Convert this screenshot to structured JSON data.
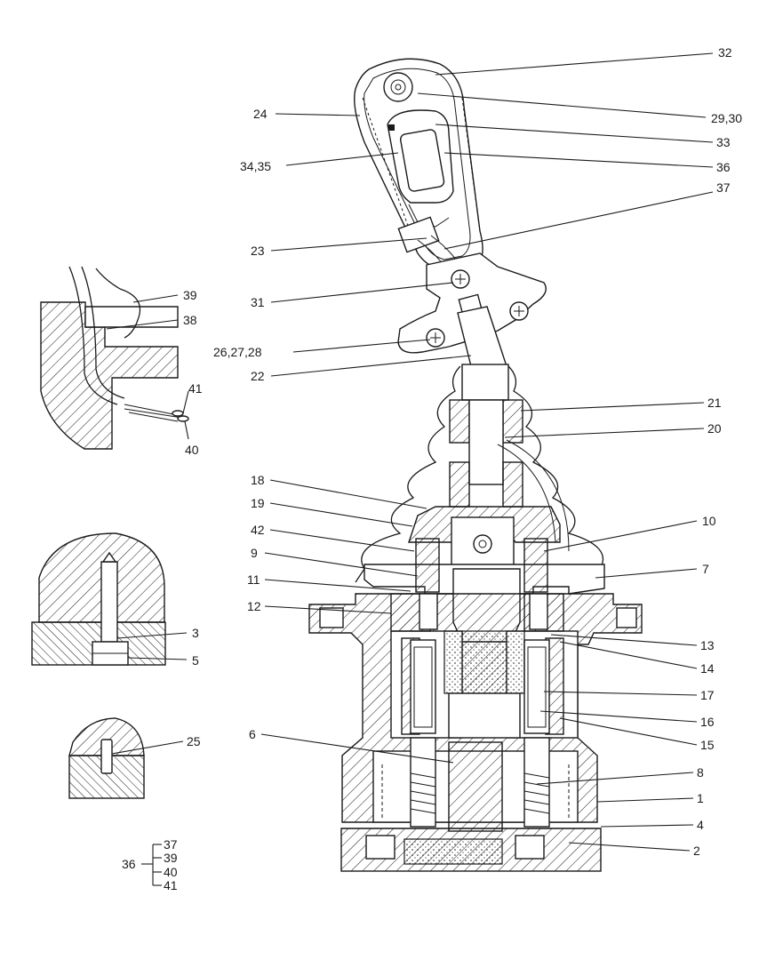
{
  "callouts": [
    {
      "id": "c32",
      "text": "32"
    },
    {
      "id": "c24",
      "text": "24"
    },
    {
      "id": "c2930",
      "text": "29,30"
    },
    {
      "id": "c33",
      "text": "33"
    },
    {
      "id": "c3435",
      "text": "34,35"
    },
    {
      "id": "c36",
      "text": "36"
    },
    {
      "id": "c37",
      "text": "37"
    },
    {
      "id": "c23",
      "text": "23"
    },
    {
      "id": "c31",
      "text": "31"
    },
    {
      "id": "c262728",
      "text": "26,27,28"
    },
    {
      "id": "c22",
      "text": "22"
    },
    {
      "id": "c21",
      "text": "21"
    },
    {
      "id": "c20",
      "text": "20"
    },
    {
      "id": "c18",
      "text": "18"
    },
    {
      "id": "c10",
      "text": "10"
    },
    {
      "id": "c19",
      "text": "19"
    },
    {
      "id": "c42",
      "text": "42"
    },
    {
      "id": "c9",
      "text": "9"
    },
    {
      "id": "c7",
      "text": "7"
    },
    {
      "id": "c11",
      "text": "11"
    },
    {
      "id": "c12",
      "text": "12"
    },
    {
      "id": "c13",
      "text": "13"
    },
    {
      "id": "c14",
      "text": "14"
    },
    {
      "id": "c17",
      "text": "17"
    },
    {
      "id": "c16",
      "text": "16"
    },
    {
      "id": "c15",
      "text": "15"
    },
    {
      "id": "c6",
      "text": "6"
    },
    {
      "id": "c8",
      "text": "8"
    },
    {
      "id": "c1",
      "text": "1"
    },
    {
      "id": "c4",
      "text": "4"
    },
    {
      "id": "c2",
      "text": "2"
    },
    {
      "id": "c39",
      "text": "39"
    },
    {
      "id": "c38",
      "text": "38"
    },
    {
      "id": "c41",
      "text": "41"
    },
    {
      "id": "c40",
      "text": "40"
    },
    {
      "id": "c3",
      "text": "3"
    },
    {
      "id": "c5",
      "text": "5"
    },
    {
      "id": "c25",
      "text": "25"
    }
  ],
  "kit_legend": {
    "parent": "36",
    "children": [
      "37",
      "39",
      "40",
      "41"
    ]
  }
}
